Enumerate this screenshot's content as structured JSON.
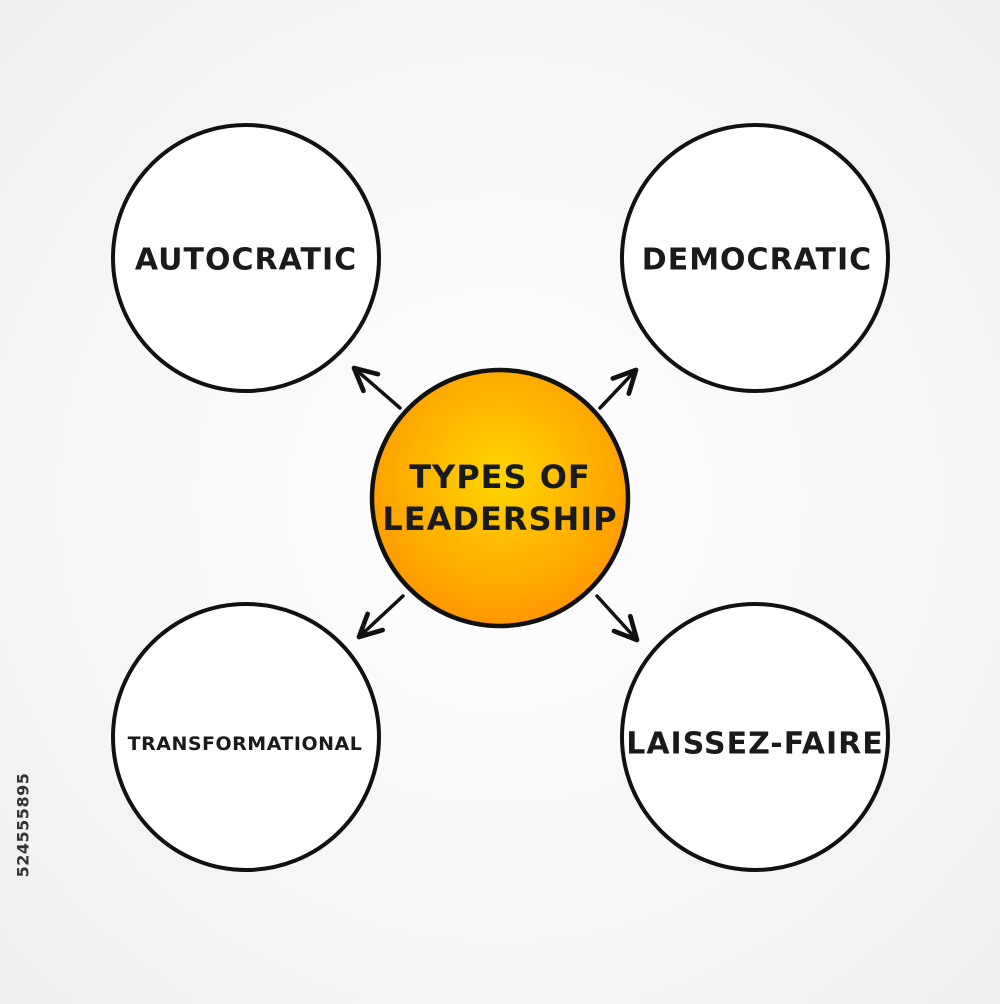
{
  "center": {
    "line1": "TYPES OF",
    "line2": "LEADERSHIP",
    "fill_color": "#ffa500"
  },
  "nodes": [
    {
      "label": "AUTOCRATIC"
    },
    {
      "label": "DEMOCRATIC"
    },
    {
      "label": "TRANSFORMATIONAL"
    },
    {
      "label": "LAISSEZ-FAIRE"
    }
  ],
  "stock_id": "524555895",
  "colors": {
    "outline": "#111111",
    "center_gradient_inner": "#ffd400",
    "center_gradient_outer": "#ff9a00"
  }
}
